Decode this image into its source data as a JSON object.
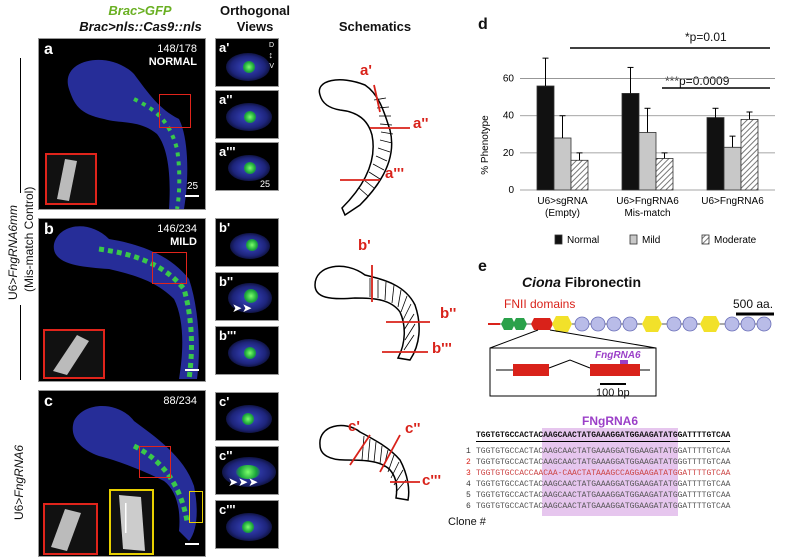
{
  "headers": {
    "brac_gfp": "Brac>GFP",
    "brac_cas9": "Brac>nls::Cas9::nls",
    "orthogonal": "Orthogonal",
    "views": "Views",
    "schematics": "Schematics"
  },
  "panels": {
    "a": {
      "letter": "a",
      "count": "148/178",
      "phenotype": "NORMAL",
      "scale": "25"
    },
    "b": {
      "letter": "b",
      "count": "146/234",
      "phenotype": "MILD"
    },
    "c": {
      "letter": "c",
      "count": "88/234"
    }
  },
  "side_labels": {
    "mm_prefix": "U6>",
    "mm_name": "FngRNA6mm",
    "mm_sub": "(Mis-match Control)",
    "g6_prefix": "U6>",
    "g6_name": "FngRNA6"
  },
  "ortho": {
    "a1": "a'",
    "a2": "a''",
    "a3": "a'''",
    "b1": "b'",
    "b2": "b''",
    "b3": "b'''",
    "c1": "c'",
    "c2": "c''",
    "c3": "c'''",
    "axis_d": "D",
    "axis_v": "V",
    "scale": "25"
  },
  "schematic_labels": {
    "a1": "a'",
    "a2": "a''",
    "a3": "a'''",
    "b1": "b'",
    "b2": "b''",
    "b3": "b'''",
    "c1": "c'",
    "c2": "c''",
    "c3": "c'''"
  },
  "panel_d": {
    "letter": "d",
    "sig1": "*p=0.01",
    "sig2": "***p=0.0009"
  },
  "chart_data": {
    "type": "bar",
    "ylabel": "% Phenotype",
    "ylim": [
      0,
      70
    ],
    "yticks": [
      "0",
      "20",
      "40",
      "60"
    ],
    "categories": [
      "U6>sgRNA (Empty)",
      "U6>FngRNA6 Mis-match",
      "U6>FngRNA6"
    ],
    "category_lines": [
      [
        "U6>sgRNA",
        "(Empty)"
      ],
      [
        "U6>FngRNA6",
        "Mis-match"
      ],
      [
        "U6>FngRNA6",
        ""
      ]
    ],
    "series": [
      {
        "name": "Normal",
        "values": [
          56,
          52,
          39
        ],
        "errors": [
          15,
          14,
          5
        ],
        "color": "#111111"
      },
      {
        "name": "Mild",
        "values": [
          28,
          31,
          23
        ],
        "errors": [
          12,
          13,
          6
        ],
        "color": "#c8c8c8"
      },
      {
        "name": "Moderate",
        "values": [
          16,
          17,
          38
        ],
        "errors": [
          4,
          3,
          4
        ],
        "color": "hatch"
      }
    ],
    "grid": true,
    "legend_position": "bottom"
  },
  "panel_e": {
    "letter": "e",
    "title_italic": "Ciona",
    "title_rest": " Fibronectin",
    "fnii": "FNII domains",
    "scale_aa": "500 aa.",
    "grna_label": "FngRNA6",
    "bp_scale": "100 bp",
    "seq_title": "FNgRNA6",
    "ref_seq": "TGGTGTGCCACTACAAGCAACTATGAAAGGATGGAAGATATGGATTTTGTCAA",
    "clones": [
      {
        "n": "1",
        "seq": "TGGTGTGCCACTACAAGCAACTATGAAAGGATGGAAGATATGGATTTTGTCAA"
      },
      {
        "n": "2",
        "seq": "TGGTGTGCCACTACAAGCAACTATGAAAGGATGGAAGATATGGGTTTTGTCAA"
      },
      {
        "n": "3",
        "seq": "TGGTGTGCCACCAACAA-CAACTATAAAGCCAGGAAGATATGGATTTTGTCAA"
      },
      {
        "n": "4",
        "seq": "TGGTGTGCCACTACAAGCAACTATGAAAGGATGGAAGATATGGATTTTGTCAA"
      },
      {
        "n": "5",
        "seq": "TGGTGTGCCACTACAAGCAACTATGAAAGGATGGAAGATATGGATTTTGTCAA"
      },
      {
        "n": "6",
        "seq": "TGGTGTGCCACTACAAGCAACTATGAAAGGATGGAAGATATGGATTTTGTCAA"
      }
    ],
    "clone_label": "Clone #"
  }
}
